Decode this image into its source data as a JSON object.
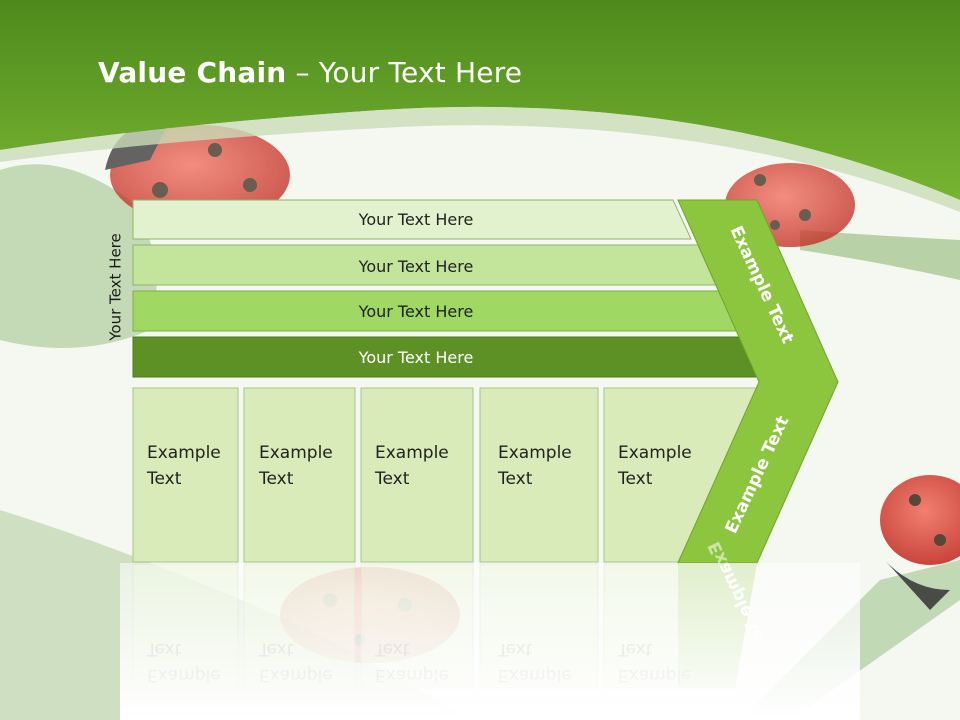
{
  "slide": {
    "title_bold": "Value Chain",
    "title_rest": " – Your Text Here",
    "side_label": "Your Text Here"
  },
  "bars": [
    {
      "label": "Your Text Here",
      "color": "#e2f2cf"
    },
    {
      "label": "Your Text Here",
      "color": "#c3e59b"
    },
    {
      "label": "Your Text Here",
      "color": "#9fd862"
    },
    {
      "label": "Your Text Here",
      "color": "#5d9125"
    }
  ],
  "columns": [
    {
      "line1": "Example",
      "line2": "Text"
    },
    {
      "line1": "Example",
      "line2": "Text"
    },
    {
      "line1": "Example",
      "line2": "Text"
    },
    {
      "line1": "Example",
      "line2": "Text"
    },
    {
      "line1": "Example",
      "line2": "Text"
    }
  ],
  "arrow": {
    "upper_label": "Example Text",
    "lower_label": "Example Text",
    "color": "#8cc63f"
  },
  "colors": {
    "header_green": "#5f9e27",
    "column_fill": "#d8ebb8",
    "column_border": "#a9c48a"
  }
}
